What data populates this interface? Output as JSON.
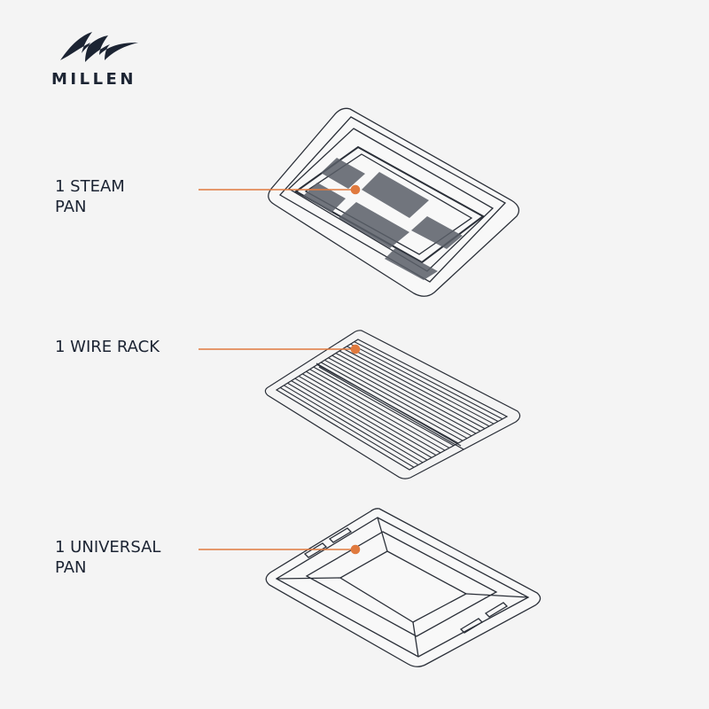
{
  "brand": {
    "name": "MILLEN",
    "logo_icon": "millen-wave-logo"
  },
  "accent_color": "#e07a3f",
  "line_color": "#2a2f38",
  "items": [
    {
      "line1": "1 STEAM",
      "line2": "PAN"
    },
    {
      "line1": "1 WIRE RACK",
      "line2": ""
    },
    {
      "line1": "1 UNIVERSAL",
      "line2": "PAN"
    }
  ]
}
